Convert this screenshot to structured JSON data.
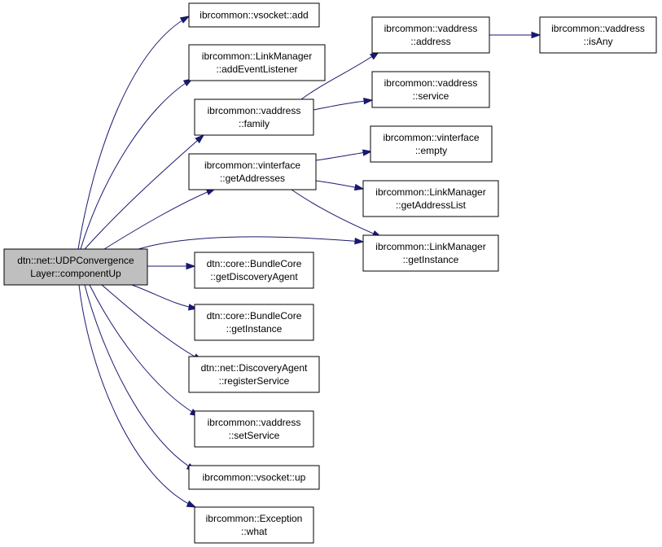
{
  "colors": {
    "edge": "#191970",
    "root_fill": "#bfbfbf",
    "node_fill": "#ffffff",
    "node_border": "#000000"
  },
  "nodes": [
    {
      "id": "root",
      "lines": [
        "dtn::net::UDPConvergence",
        "Layer::componentUp"
      ]
    },
    {
      "id": "vsocket_add",
      "lines": [
        "ibrcommon::vsocket::add"
      ]
    },
    {
      "id": "lm_add_event_listener",
      "lines": [
        "ibrcommon::LinkManager",
        "::addEventListener"
      ]
    },
    {
      "id": "vaddress_family",
      "lines": [
        "ibrcommon::vaddress",
        "::family"
      ]
    },
    {
      "id": "vinterface_get_addresses",
      "lines": [
        "ibrcommon::vinterface",
        "::getAddresses"
      ]
    },
    {
      "id": "bundlecore_get_discovery_agent",
      "lines": [
        "dtn::core::BundleCore",
        "::getDiscoveryAgent"
      ]
    },
    {
      "id": "bundlecore_get_instance",
      "lines": [
        "dtn::core::BundleCore",
        "::getInstance"
      ]
    },
    {
      "id": "discovery_agent_register_service",
      "lines": [
        "dtn::net::DiscoveryAgent",
        "::registerService"
      ]
    },
    {
      "id": "vaddress_set_service",
      "lines": [
        "ibrcommon::vaddress",
        "::setService"
      ]
    },
    {
      "id": "vsocket_up",
      "lines": [
        "ibrcommon::vsocket::up"
      ]
    },
    {
      "id": "exception_what",
      "lines": [
        "ibrcommon::Exception",
        "::what"
      ]
    },
    {
      "id": "vaddress_address",
      "lines": [
        "ibrcommon::vaddress",
        "::address"
      ]
    },
    {
      "id": "vaddress_service",
      "lines": [
        "ibrcommon::vaddress",
        "::service"
      ]
    },
    {
      "id": "vinterface_empty",
      "lines": [
        "ibrcommon::vinterface",
        "::empty"
      ]
    },
    {
      "id": "lm_get_address_list",
      "lines": [
        "ibrcommon::LinkManager",
        "::getAddressList"
      ]
    },
    {
      "id": "lm_get_instance",
      "lines": [
        "ibrcommon::LinkManager",
        "::getInstance"
      ]
    },
    {
      "id": "vaddress_is_any",
      "lines": [
        "ibrcommon::vaddress",
        "::isAny"
      ]
    }
  ],
  "edges": [
    {
      "from": "root",
      "to": "vsocket_add"
    },
    {
      "from": "root",
      "to": "lm_add_event_listener"
    },
    {
      "from": "root",
      "to": "vaddress_family"
    },
    {
      "from": "root",
      "to": "vinterface_get_addresses"
    },
    {
      "from": "root",
      "to": "lm_get_instance"
    },
    {
      "from": "root",
      "to": "bundlecore_get_discovery_agent"
    },
    {
      "from": "root",
      "to": "bundlecore_get_instance"
    },
    {
      "from": "root",
      "to": "discovery_agent_register_service"
    },
    {
      "from": "root",
      "to": "vaddress_set_service"
    },
    {
      "from": "root",
      "to": "vsocket_up"
    },
    {
      "from": "root",
      "to": "exception_what"
    },
    {
      "from": "vaddress_family",
      "to": "vaddress_address"
    },
    {
      "from": "vaddress_family",
      "to": "vaddress_service"
    },
    {
      "from": "vaddress_address",
      "to": "vaddress_is_any"
    },
    {
      "from": "vinterface_get_addresses",
      "to": "vinterface_empty"
    },
    {
      "from": "vinterface_get_addresses",
      "to": "lm_get_address_list"
    },
    {
      "from": "vinterface_get_addresses",
      "to": "lm_get_instance"
    }
  ]
}
